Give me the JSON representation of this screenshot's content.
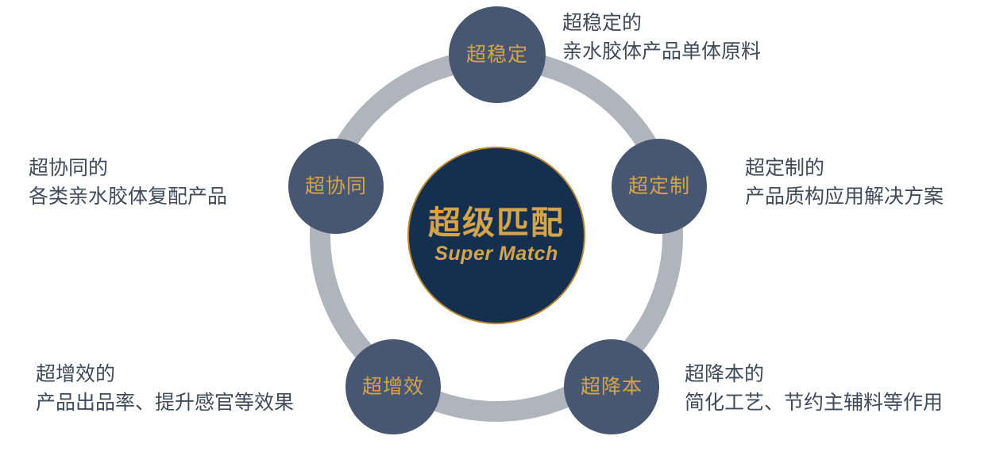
{
  "diagram": {
    "type": "radial-cycle",
    "title_center": {
      "primary": "超级匹配",
      "secondary": "Super Match"
    },
    "colors": {
      "node_fill": "#485771",
      "node_text": "#d4a44c",
      "hub_fill": "#15304f",
      "hub_border": "#b8872f",
      "hub_text": "#d4a44c",
      "ring": "#b0b4bd",
      "caption_text": "#3f4a5a",
      "background": "#ffffff"
    },
    "nodes": [
      {
        "id": "stability",
        "label": "超稳定",
        "caption_lines": [
          "超稳定的",
          "亲水胶体产品单体原料"
        ],
        "position": "top"
      },
      {
        "id": "customization",
        "label": "超定制",
        "caption_lines": [
          "超定制的",
          "产品质构应用解决方案"
        ],
        "position": "right-upper"
      },
      {
        "id": "cost-reduction",
        "label": "超降本",
        "caption_lines": [
          "超降本的",
          "简化工艺、节约主辅料等作用"
        ],
        "position": "right-lower"
      },
      {
        "id": "efficiency",
        "label": "超增效",
        "caption_lines": [
          "超增效的",
          "产品出品率、提升感官等效果"
        ],
        "position": "left-lower"
      },
      {
        "id": "synergy",
        "label": "超协同",
        "caption_lines": [
          "超协同的",
          "各类亲水胶体复配产品"
        ],
        "position": "left-upper"
      }
    ]
  }
}
